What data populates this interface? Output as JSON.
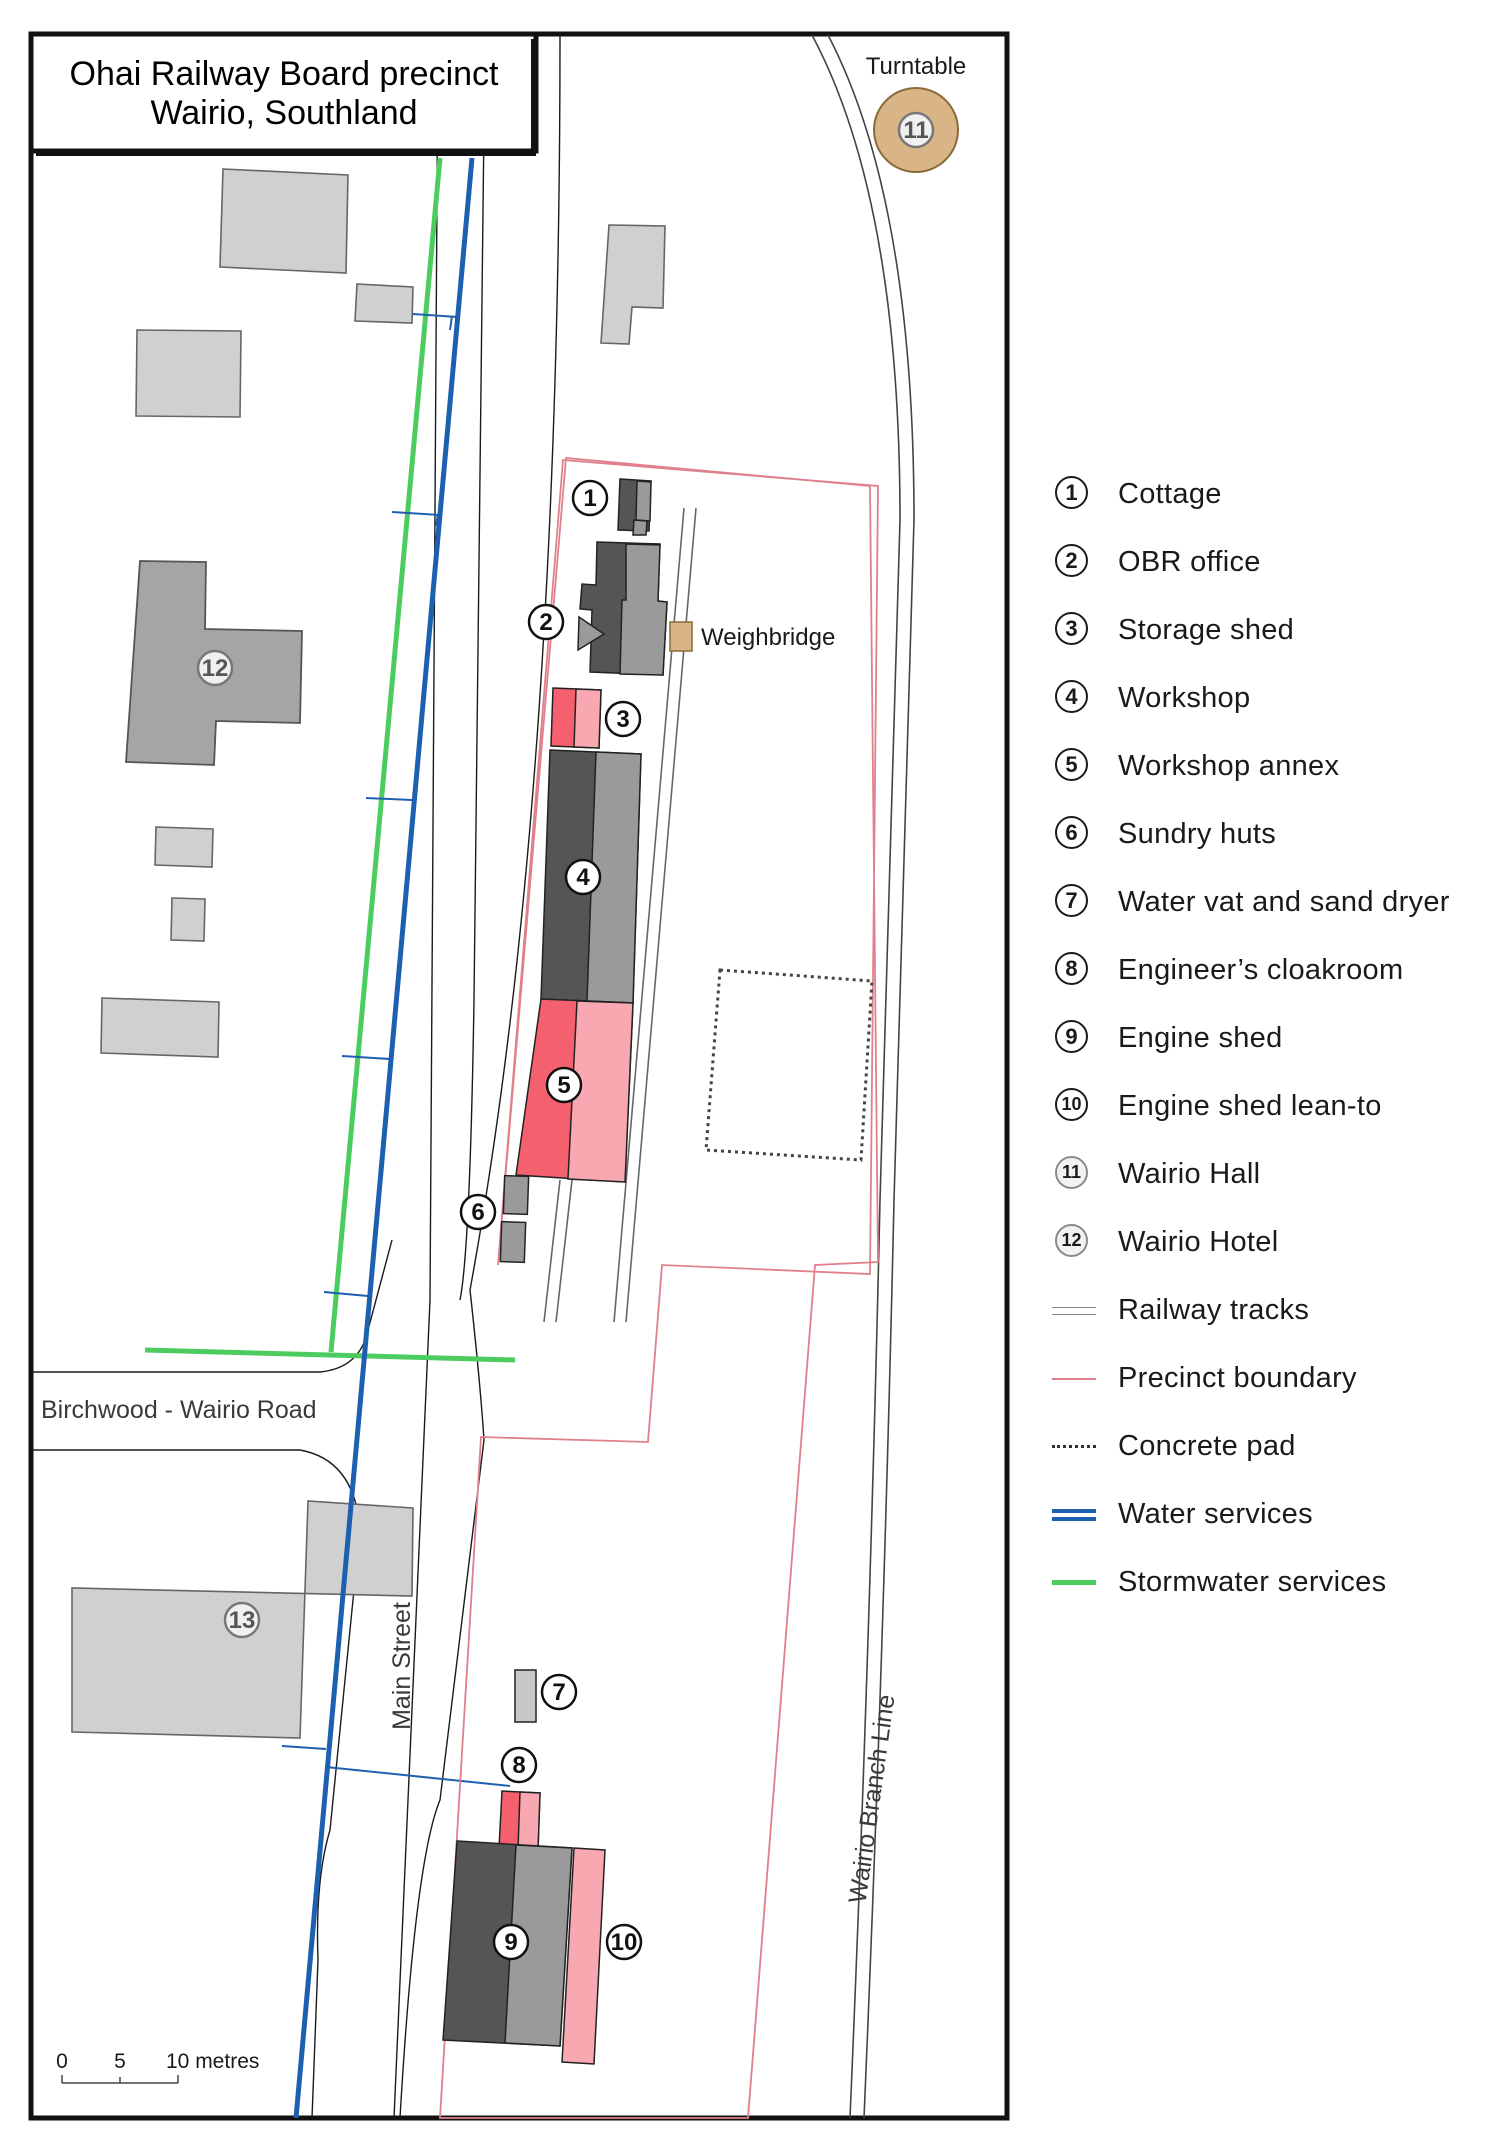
{
  "title": {
    "line1": "Ohai Railway Board precinct",
    "line2": "Wairio, Southland"
  },
  "labels": {
    "turntable": "Turntable",
    "weighbridge": "Weighbridge",
    "road_birchwood": "Birchwood - Wairio Road",
    "main_street": "Main Street",
    "branch_line": "Wairio Branch Line"
  },
  "scale": {
    "tick0": "0",
    "tick1": "5",
    "tick2": "10 metres"
  },
  "markers": [
    "1",
    "2",
    "3",
    "4",
    "5",
    "6",
    "7",
    "8",
    "9",
    "10",
    "11",
    "12",
    "13"
  ],
  "legend": {
    "buildings": [
      {
        "num": "1",
        "label": "Cottage"
      },
      {
        "num": "2",
        "label": "OBR office"
      },
      {
        "num": "3",
        "label": "Storage shed"
      },
      {
        "num": "4",
        "label": "Workshop"
      },
      {
        "num": "5",
        "label": "Workshop annex"
      },
      {
        "num": "6",
        "label": "Sundry huts"
      },
      {
        "num": "7",
        "label": "Water vat and sand dryer"
      },
      {
        "num": "8",
        "label": "Engineer’s cloakroom"
      },
      {
        "num": "9",
        "label": "Engine shed"
      },
      {
        "num": "10",
        "label": "Engine shed lean-to"
      },
      {
        "num": "11",
        "label": "Wairio Hall"
      },
      {
        "num": "12",
        "label": "Wairio Hotel"
      }
    ],
    "lines": [
      {
        "key": "railway-tracks",
        "label": "Railway tracks"
      },
      {
        "key": "precinct-boundary",
        "label": "Precinct boundary"
      },
      {
        "key": "concrete-pad",
        "label": "Concrete pad"
      },
      {
        "key": "water-services",
        "label": "Water services"
      },
      {
        "key": "stormwater-services",
        "label": "Stormwater services"
      }
    ]
  },
  "colors": {
    "heritage_dark": "#555555",
    "heritage_mid": "#9a9a9a",
    "annex_dark": "#f5606f",
    "annex_light": "#f8a8b0",
    "neighbour": "#d0d0d0",
    "turntable": "#d8b486",
    "water": "#1d5fb0",
    "stormwater": "#4ccc5e",
    "boundary": "#e0808c"
  }
}
